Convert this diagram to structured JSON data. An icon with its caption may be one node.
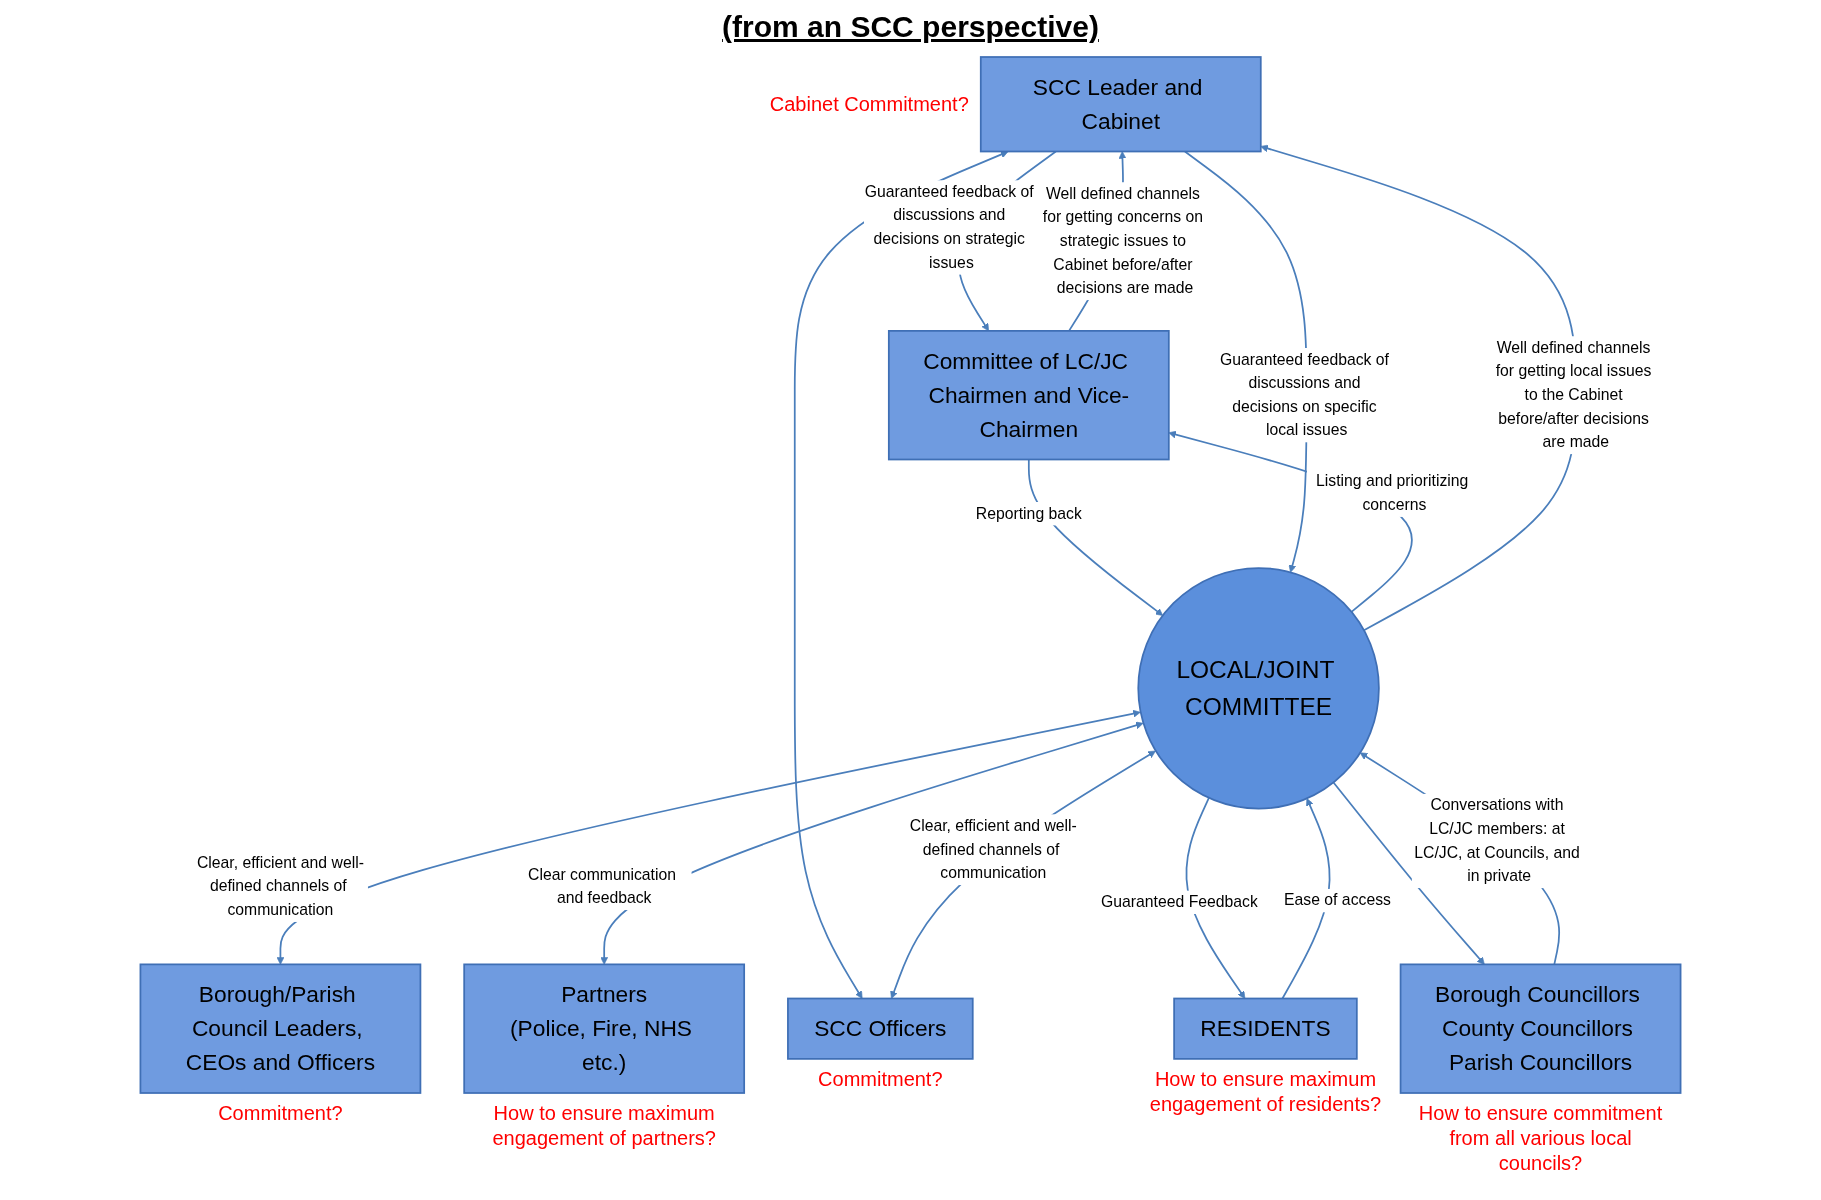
{
  "diagram": {
    "title": "(from an SCC perspective)",
    "nodes": [
      {
        "text": [
          "SCC Leader and Cabinet"
        ],
        "beside": [
          "Cabinet Commitment?"
        ]
      },
      {
        "text": [
          "Committee of LC/JC Chairmen and Vice-Chairmen"
        ]
      },
      {
        "text": [
          "Borough/Parish Council Leaders, CEOs and Officers"
        ],
        "beside": [
          "Commitment?"
        ]
      },
      {
        "text": [
          "LOCAL/JOINT COMMITTEE"
        ]
      },
      {
        "text": [
          "Partners",
          "(Police, Fire, NHS etc.)"
        ],
        "beside": [
          "How to ensure maximum engagement of partners?"
        ]
      },
      {
        "text": [
          "SCC Officers"
        ],
        "beside": [
          "Commitment?"
        ]
      },
      {
        "text": [
          "RESIDENTS"
        ],
        "beside": [
          "How to ensure maximum engagement of residents?"
        ]
      },
      {
        "text": [
          "Borough Councillors County Councillors Parish Councillors"
        ],
        "beside": [
          "How to ensure commitment from all various local councils?"
        ]
      }
    ],
    "edges": [
      {
        "from": 0,
        "to": 1,
        "arrow": "to",
        "label": "Guaranteed feedback of discussions and decisions on strategic issues"
      },
      {
        "from": 1,
        "to": 0,
        "arrow": "to",
        "label": "Well defined channels for getting concerns on strategic issues to Cabinet before/after decisions are made"
      },
      {
        "from": 1,
        "to": 3,
        "arrow": "to",
        "label": "Reporting back"
      },
      {
        "from": 3,
        "to": 1,
        "arrow": "to",
        "label": "Listing and prioritizing concerns"
      },
      {
        "from": 3,
        "to": 2,
        "arrow": "both",
        "label": "Clear, efficient and well-defined channels of communication"
      },
      {
        "from": 0,
        "to": 3,
        "arrow": "to",
        "label": "Guaranteed feedback of discussions and decisions on specific local issues"
      },
      {
        "from": 3,
        "to": 0,
        "arrow": "to",
        "label": "Well defined channels for getting local issues to the Cabinet before/after decisions are made"
      },
      {
        "from": 0,
        "to": 5,
        "arrow": "both"
      },
      {
        "from": 3,
        "to": 4,
        "arrow": "both",
        "label": "Clear communication and feedback"
      },
      {
        "from": 3,
        "to": 5,
        "arrow": "both",
        "label": "Clear, efficient and well-defined channels of communication"
      },
      {
        "from": 3,
        "to": 6,
        "arrow": "to",
        "label": "Guaranteed Feedback"
      },
      {
        "from": 6,
        "to": 3,
        "arrow": "to",
        "label": "Ease of access"
      },
      {
        "from": 7,
        "to": 3,
        "arrow": "to",
        "label": "Conversations with LC/JC members: at LC/JC, at Councils, and in private"
      },
      {
        "from": 3,
        "to": 7,
        "arrow": "to"
      }
    ]
  }
}
